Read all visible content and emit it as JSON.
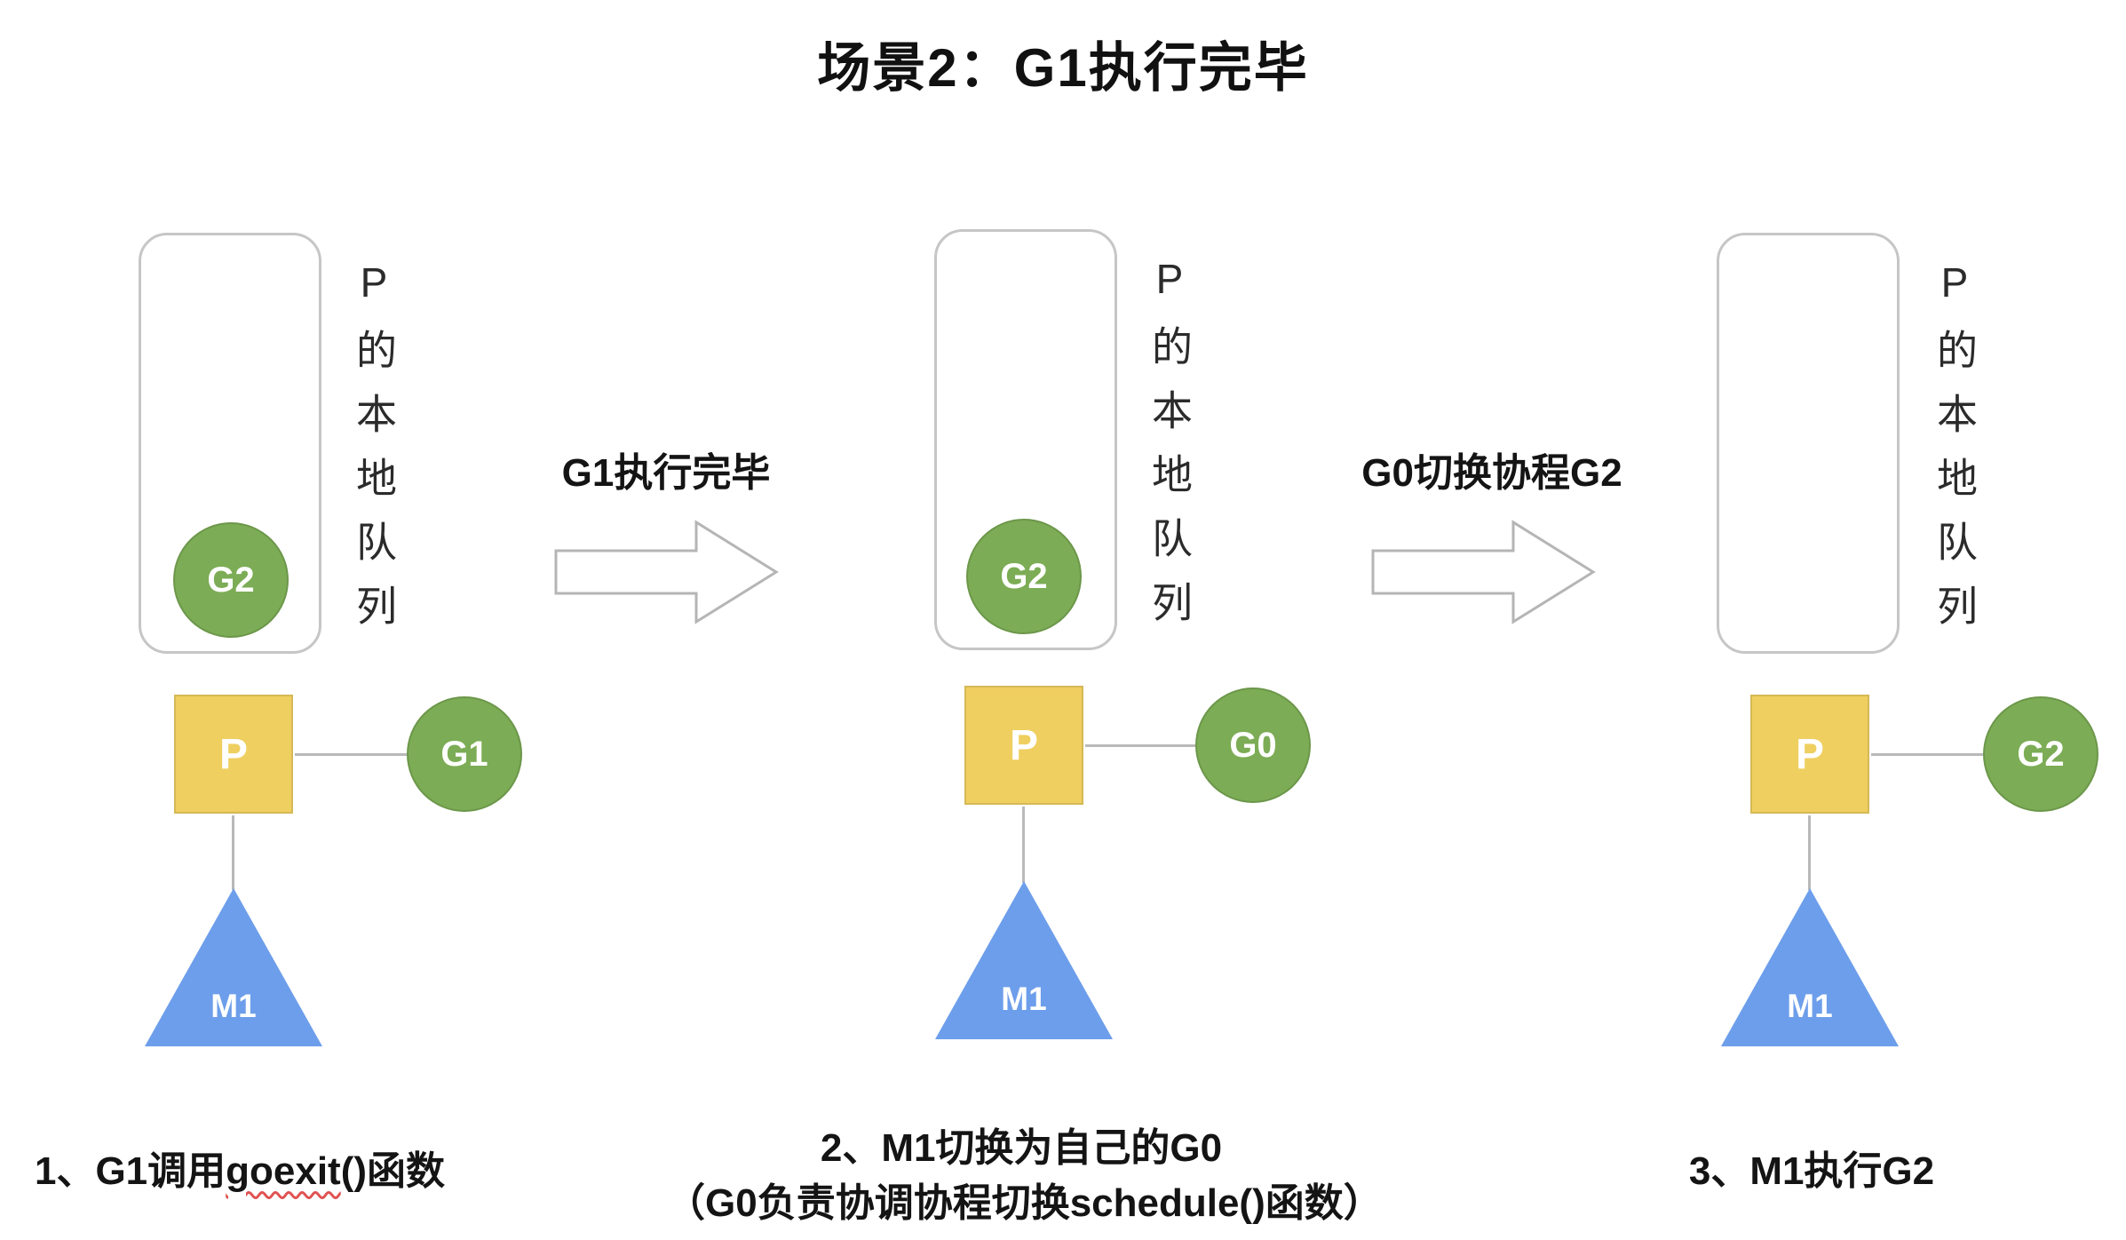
{
  "title": "场景2：G1执行完毕",
  "panels": [
    {
      "queue_label": "P的本地队列",
      "queued_goroutine": "G2",
      "processor": "P",
      "attached_goroutine": "G1",
      "machine": "M1",
      "caption": {
        "prefix": "1、G1调用",
        "spellcheck_underlined": "goexit",
        "suffix": "()函数"
      }
    },
    {
      "queue_label": "P的本地队列",
      "queued_goroutine": "G2",
      "processor": "P",
      "attached_goroutine": "G0",
      "machine": "M1",
      "caption_lines": [
        "2、M1切换为自己的G0",
        "（G0负责协调协程切换schedule()函数）"
      ]
    },
    {
      "queue_label": "P的本地队列",
      "processor": "P",
      "attached_goroutine": "G2",
      "machine": "M1",
      "caption": "3、M1执行G2"
    }
  ],
  "arrows": [
    {
      "label": "G1执行完毕"
    },
    {
      "label": "G0切换协程G2"
    }
  ],
  "colors": {
    "goroutine_green": "#7cac55",
    "processor_yellow": "#efcf60",
    "machine_blue": "#6d9eeb",
    "outline_gray": "#c6c6c6",
    "spellcheck_red": "#e05252"
  }
}
